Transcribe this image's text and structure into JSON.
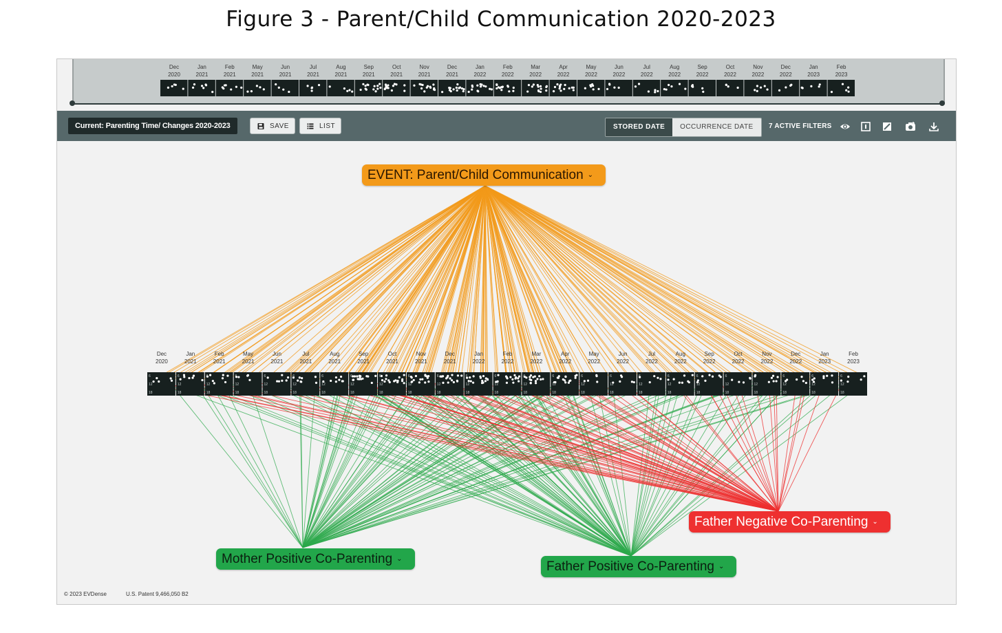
{
  "figure": {
    "title": "Figure 3 - Parent/Child Communication 2020-2023"
  },
  "timeline": {
    "months": [
      {
        "m": "Dec",
        "y": "2020"
      },
      {
        "m": "Jan",
        "y": "2021"
      },
      {
        "m": "Feb",
        "y": "2021"
      },
      {
        "m": "May",
        "y": "2021"
      },
      {
        "m": "Jun",
        "y": "2021"
      },
      {
        "m": "Jul",
        "y": "2021"
      },
      {
        "m": "Aug",
        "y": "2021"
      },
      {
        "m": "Sep",
        "y": "2021"
      },
      {
        "m": "Oct",
        "y": "2021"
      },
      {
        "m": "Nov",
        "y": "2021"
      },
      {
        "m": "Dec",
        "y": "2021"
      },
      {
        "m": "Jan",
        "y": "2022"
      },
      {
        "m": "Feb",
        "y": "2022"
      },
      {
        "m": "Mar",
        "y": "2022"
      },
      {
        "m": "Apr",
        "y": "2022"
      },
      {
        "m": "May",
        "y": "2022"
      },
      {
        "m": "Jun",
        "y": "2022"
      },
      {
        "m": "Jul",
        "y": "2022"
      },
      {
        "m": "Aug",
        "y": "2022"
      },
      {
        "m": "Sep",
        "y": "2022"
      },
      {
        "m": "Oct",
        "y": "2022"
      },
      {
        "m": "Nov",
        "y": "2022"
      },
      {
        "m": "Dec",
        "y": "2022"
      },
      {
        "m": "Jan",
        "y": "2023"
      },
      {
        "m": "Feb",
        "y": "2023"
      }
    ],
    "hour_labels": [
      "6",
      "12",
      "18"
    ]
  },
  "toolbar": {
    "current_label": "Current: Parenting Time/ Changes 2020-2023",
    "save_label": "SAVE",
    "list_label": "LIST",
    "stored_date_label": "STORED DATE",
    "occurrence_date_label": "OCCURRENCE DATE",
    "active_filters_label": "7 ACTIVE FILTERS",
    "icons": [
      "eye-icon",
      "page-icon",
      "edit-square-icon",
      "camera-icon",
      "download-icon"
    ]
  },
  "nodes": {
    "event": {
      "label": "EVENT: Parent/Child Communication",
      "color": "#f39a1a"
    },
    "mother_positive": {
      "label": "Mother Positive Co-Parenting",
      "color": "#22a64a"
    },
    "father_positive": {
      "label": "Father Positive Co-Parenting",
      "color": "#22a64a"
    },
    "father_negative": {
      "label": "Father Negative Co-Parenting",
      "color": "#ee3030"
    }
  },
  "colors": {
    "toolbar": "#56686a",
    "timeline_block": "#17201f",
    "event_line": "#f39a1a",
    "positive_line": "#2eaa4c",
    "negative_line": "#ee3030"
  },
  "footer": {
    "copyright": "© 2023 EVDense",
    "patent": "U.S. Patent 9,466,050 B2"
  }
}
